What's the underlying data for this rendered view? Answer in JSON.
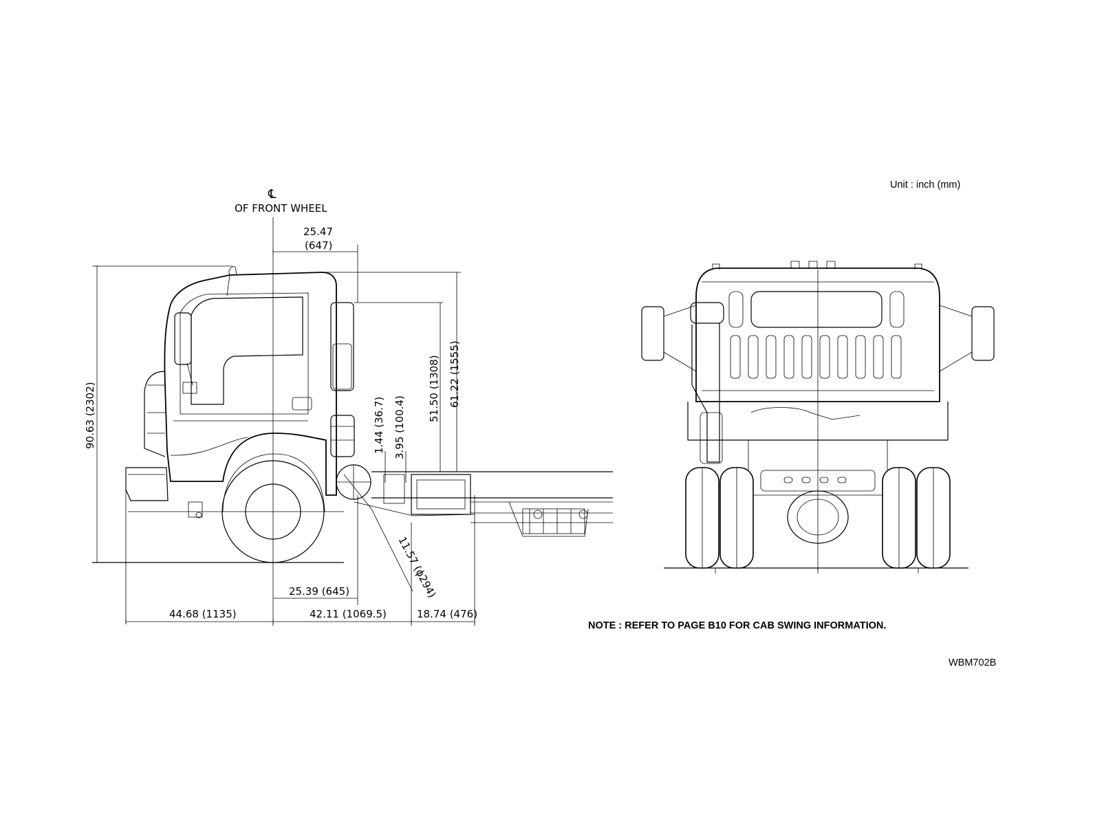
{
  "unit_label": "Unit : inch (mm)",
  "centerline_symbol": "℄",
  "centerline_label": "OF FRONT WHEEL",
  "dimensions": {
    "top_offset_in": "25.47",
    "top_offset_mm": "(647)",
    "overall_height": "90.63 (2302)",
    "cab_height": "61.22 (1555)",
    "back_height": "51.50 (1308)",
    "frame_gap_a": "1.44 (36.7)",
    "frame_gap_b": "3.95 (100.4)",
    "pipe_diameter": "11.57 (ϕ294)",
    "back_of_cab": "25.39 (645)",
    "front_overhang": "44.68 (1135)",
    "to_exhaust": "42.11 (1069.5)",
    "exhaust_length": "18.74 (476)"
  },
  "note": "NOTE : REFER TO PAGE B10 FOR CAB SWING INFORMATION.",
  "drawing_code": "WBM702B"
}
